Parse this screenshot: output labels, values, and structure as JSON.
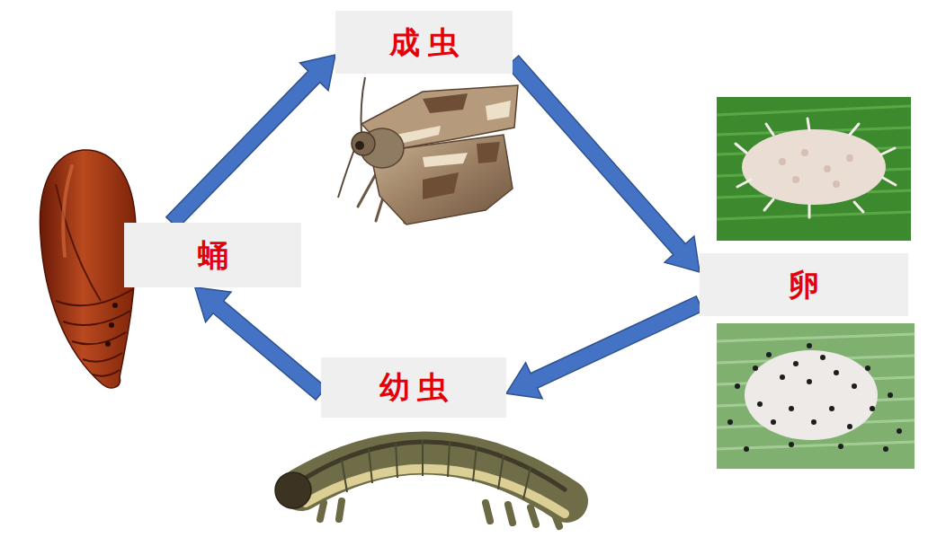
{
  "diagram": {
    "nodes": [
      {
        "text": [
          "成虫"
        ]
      },
      {
        "text": [
          "蛹"
        ]
      },
      {
        "text": [
          "卵"
        ]
      },
      {
        "text": [
          "幼虫"
        ]
      }
    ],
    "edges": [
      {
        "from": 1,
        "to": 0,
        "arrow": "to"
      },
      {
        "from": 0,
        "to": 2,
        "arrow": "to"
      },
      {
        "from": 2,
        "to": 3,
        "arrow": "to"
      },
      {
        "from": 3,
        "to": 1,
        "arrow": "to"
      }
    ]
  }
}
